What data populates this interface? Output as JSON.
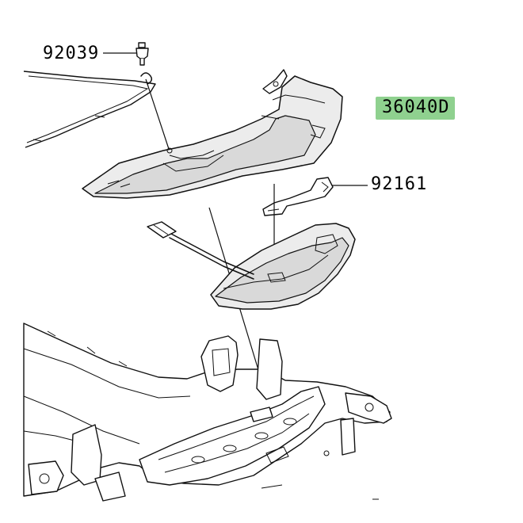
{
  "parts": {
    "bolt": {
      "number": "92039"
    },
    "clip": {
      "number": "92161"
    },
    "cover": {
      "number": "36040D",
      "highlight_color": "#8fd18f"
    }
  }
}
